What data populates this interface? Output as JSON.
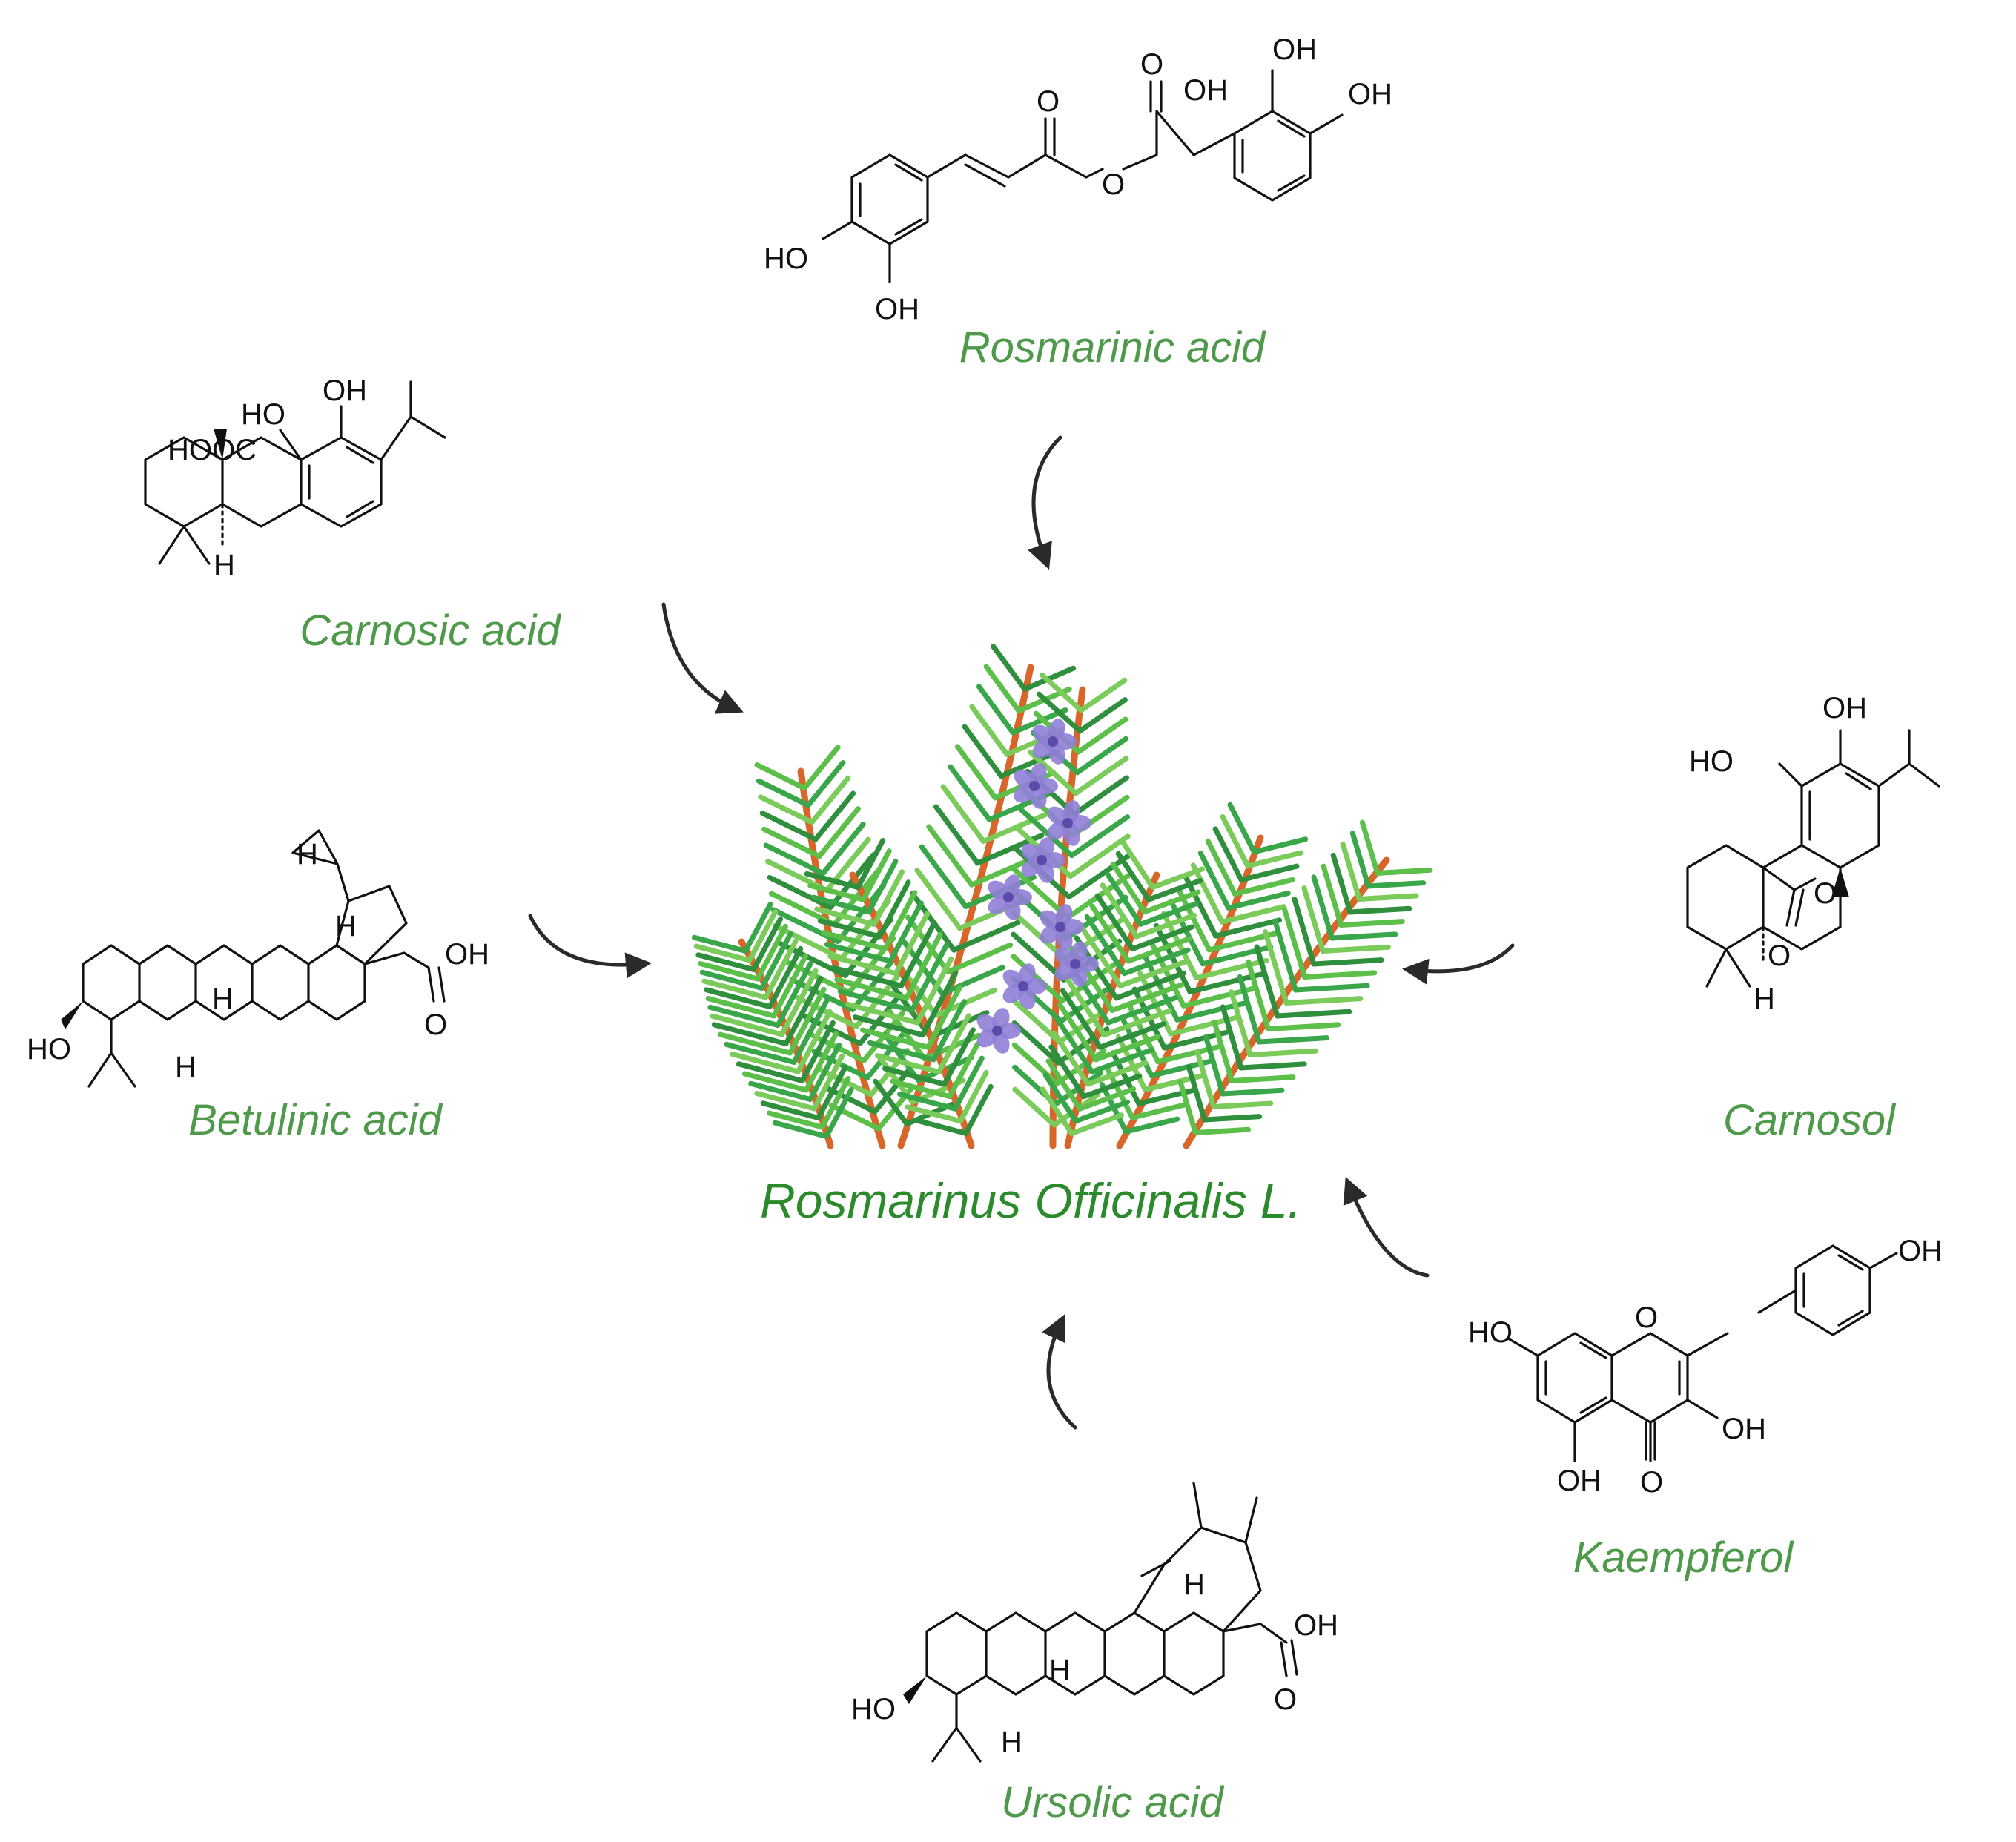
{
  "center": {
    "title": "Rosmarinus Officinalis L.",
    "plant_icon": "rosemary-plant-illustration"
  },
  "compounds": [
    {
      "id": "rosmarinic",
      "name": "Rosmarinic acid",
      "atoms": [
        "O",
        "OH",
        "OH",
        "OH",
        "O",
        "HO",
        "OH",
        "O"
      ]
    },
    {
      "id": "carnosic",
      "name": "Carnosic acid",
      "atoms": [
        "OH",
        "HO",
        "HOOC",
        "H"
      ]
    },
    {
      "id": "carnosol",
      "name": "Carnosol",
      "atoms": [
        "OH",
        "HO",
        "O",
        "O",
        "H"
      ]
    },
    {
      "id": "betulinic",
      "name": "Betulinic acid",
      "atoms": [
        "H",
        "H",
        "OH",
        "O",
        "H",
        "H",
        "HO"
      ]
    },
    {
      "id": "kaempferol",
      "name": "Kaempferol",
      "atoms": [
        "OH",
        "HO",
        "O",
        "OH",
        "OH",
        "O"
      ]
    },
    {
      "id": "ursolic",
      "name": "Ursolic acid",
      "atoms": [
        "OH",
        "O",
        "H",
        "H",
        "HO",
        "H"
      ]
    }
  ],
  "colors": {
    "compound_label": "#4f9a4a",
    "title": "#2b8a2b",
    "arrow": "#2a2a2a",
    "bond": "#111111",
    "stem": "#d8662a",
    "leaf": "#3aa64a",
    "flower": "#8f7fd6"
  }
}
